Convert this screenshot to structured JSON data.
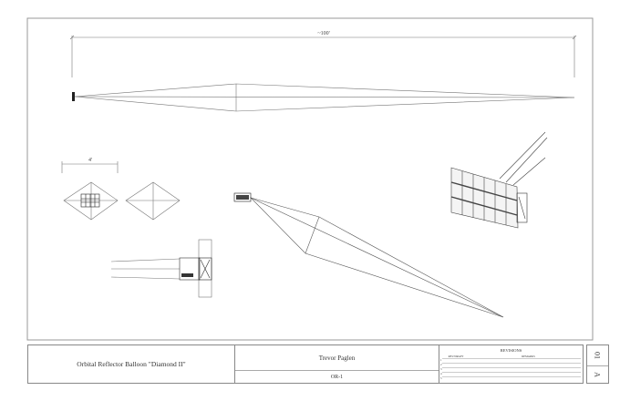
{
  "dimensions": {
    "overall_length": "~100'",
    "reflector_width": "4'"
  },
  "title_block": {
    "title": "Orbital Reflector Balloon \"Diamond II\"",
    "author": "Trevor Paglen",
    "drawing_number": "OR-1",
    "revisions": {
      "heading": "REVISIONS",
      "col_rev": "REV/DRAFT",
      "col_remarks": "REMARKS",
      "rows": [
        "1",
        "2",
        "3",
        "4",
        "5"
      ]
    },
    "sheet": "01",
    "size": "A"
  }
}
